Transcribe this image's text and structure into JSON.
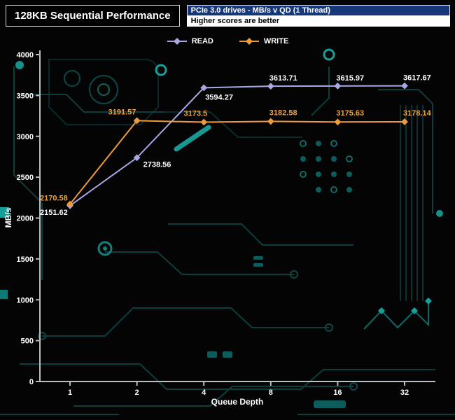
{
  "header": {
    "title": "128KB Sequential Performance",
    "subtitle_top": "PCIe 3.0 drives - MB/s v QD (1 Thread)",
    "subtitle_bottom": "Higher scores are better"
  },
  "colors": {
    "read": "#a8a8e4",
    "write": "#ef9b3b",
    "axis": "#b9bfbf",
    "text": "#ffffff",
    "header_blue_bg": "#16387b",
    "circuit_dark": "#0d4242",
    "circuit_bright": "#17a09a",
    "background": "#040404"
  },
  "chart_data": {
    "type": "line",
    "title": "128KB Sequential Performance",
    "xlabel": "Queue Depth",
    "ylabel": "MB/s",
    "x": [
      1,
      2,
      4,
      8,
      16,
      32
    ],
    "xtick_labels": [
      "1",
      "2",
      "4",
      "8",
      "16",
      "32"
    ],
    "ylim": [
      0,
      4000
    ],
    "ytick_step": 500,
    "grid": false,
    "legend_position": "top-center",
    "x_scale": "log2-categorical",
    "series": [
      {
        "name": "READ",
        "color": "#a8a8e4",
        "label_color": "#ffffff",
        "values": [
          2151.62,
          2738.56,
          3594.27,
          3613.71,
          3615.97,
          3617.67
        ],
        "label_offsets": [
          {
            "dx": -43,
            "dy": 13,
            "anchor": "start"
          },
          {
            "dx": 9,
            "dy": 13,
            "anchor": "start"
          },
          {
            "dx": 2,
            "dy": 17,
            "anchor": "start"
          },
          {
            "dx": -2,
            "dy": -8,
            "anchor": "start"
          },
          {
            "dx": -2,
            "dy": -8,
            "anchor": "start"
          },
          {
            "dx": -2,
            "dy": -8,
            "anchor": "start"
          }
        ]
      },
      {
        "name": "WRITE",
        "color": "#ef9b3b",
        "label_color": "#f2a23c",
        "values": [
          2170.58,
          3191.57,
          3173.5,
          3182.58,
          3175.63,
          3178.14
        ],
        "label_offsets": [
          {
            "dx": -43,
            "dy": -5,
            "anchor": "start"
          },
          {
            "dx": -41,
            "dy": -9,
            "anchor": "start"
          },
          {
            "dx": 5,
            "dy": -9,
            "anchor": "end"
          },
          {
            "dx": -2,
            "dy": -9,
            "anchor": "start"
          },
          {
            "dx": -2,
            "dy": -9,
            "anchor": "start"
          },
          {
            "dx": -2,
            "dy": -9,
            "anchor": "start"
          }
        ]
      }
    ]
  }
}
